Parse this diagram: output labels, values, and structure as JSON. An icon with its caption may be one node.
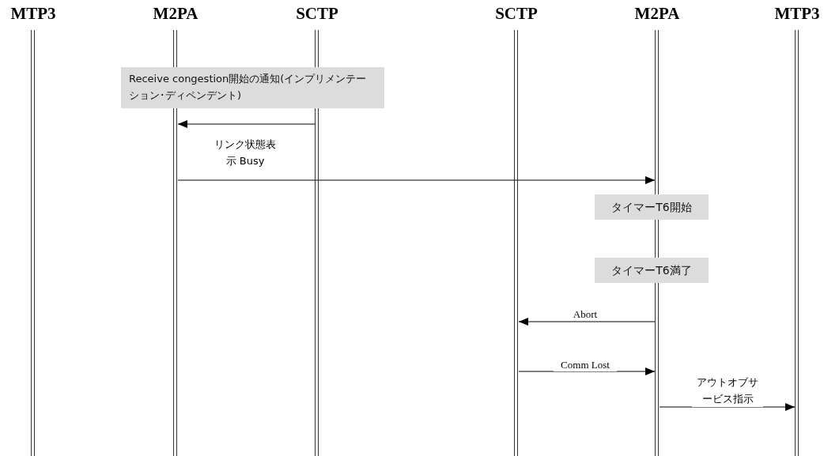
{
  "diagram": {
    "nodes": [
      {
        "text": [
          "MTP3"
        ]
      },
      {
        "text": [
          "M2PA"
        ]
      },
      {
        "text": [
          "SCTP"
        ]
      },
      {
        "text": [
          "SCTP"
        ]
      },
      {
        "text": [
          "M2PA"
        ]
      },
      {
        "text": [
          "MTP3"
        ]
      },
      {
        "text": [
          "Receive congestion開始の通知(インプリメンテーション･ディペンデント)"
        ]
      },
      {
        "text": [
          "タイマーT6開始"
        ]
      },
      {
        "text": [
          "タイマーT6満了"
        ]
      }
    ],
    "edges": [
      {
        "from": 2,
        "to": 1,
        "arrow": "to"
      },
      {
        "from": 1,
        "to": 4,
        "arrow": "to",
        "label": "リンク状態表示 Busy"
      },
      {
        "from": 4,
        "to": 3,
        "arrow": "to",
        "label": "Abort"
      },
      {
        "from": 3,
        "to": 4,
        "arrow": "to",
        "label": "Comm Lost"
      },
      {
        "from": 4,
        "to": 5,
        "arrow": "to",
        "label": "アウトオブサービス指示"
      }
    ]
  }
}
